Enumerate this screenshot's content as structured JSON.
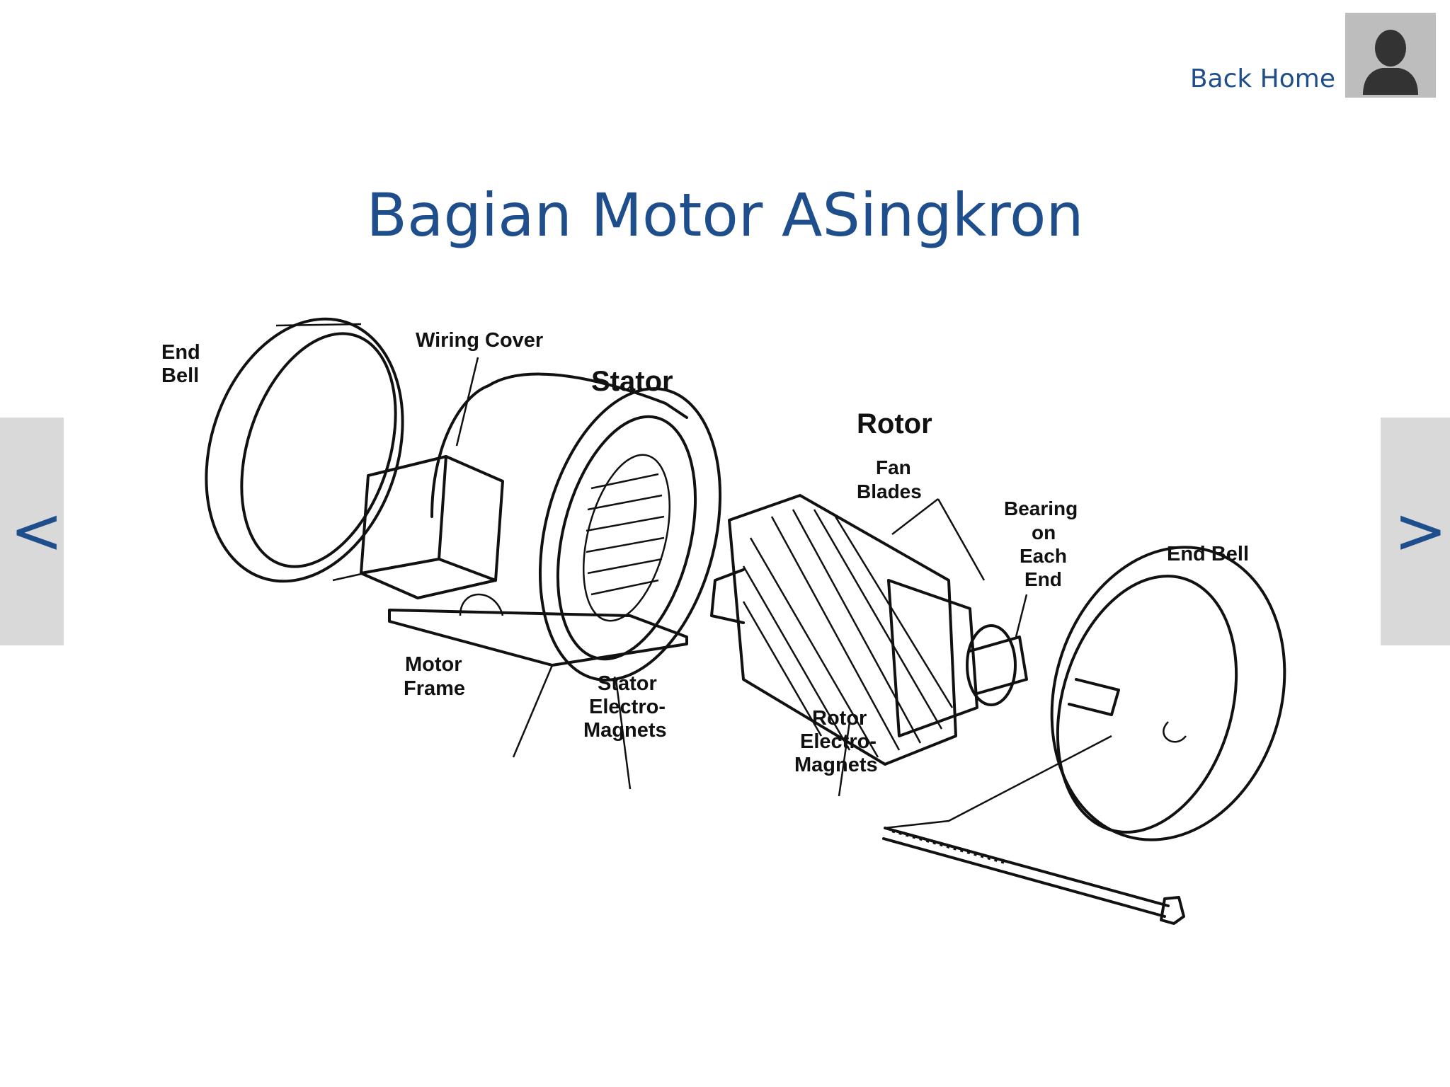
{
  "header": {
    "back_home": "Back Home",
    "avatar_icon": "user-silhouette-icon"
  },
  "slide": {
    "title": "Bagian Motor ASingkron"
  },
  "nav": {
    "prev_label": "<",
    "next_label": ">"
  },
  "diagram": {
    "labels": {
      "end_bell_left_1": "End",
      "end_bell_left_2": "Bell",
      "wiring_cover": "Wiring Cover",
      "stator": "Stator",
      "rotor": "Rotor",
      "fan_blades_1": "Fan",
      "fan_blades_2": "Blades",
      "bearing_1": "Bearing",
      "bearing_2": "on",
      "bearing_3": "Each",
      "bearing_4": "End",
      "end_bell_right": "End Bell",
      "motor_frame_1": "Motor",
      "motor_frame_2": "Frame",
      "stator_em_1": "Stator",
      "stator_em_2": "Electro-",
      "stator_em_3": "Magnets",
      "rotor_em_1": "Rotor",
      "rotor_em_2": "Electro-",
      "rotor_em_3": "Magnets"
    }
  }
}
